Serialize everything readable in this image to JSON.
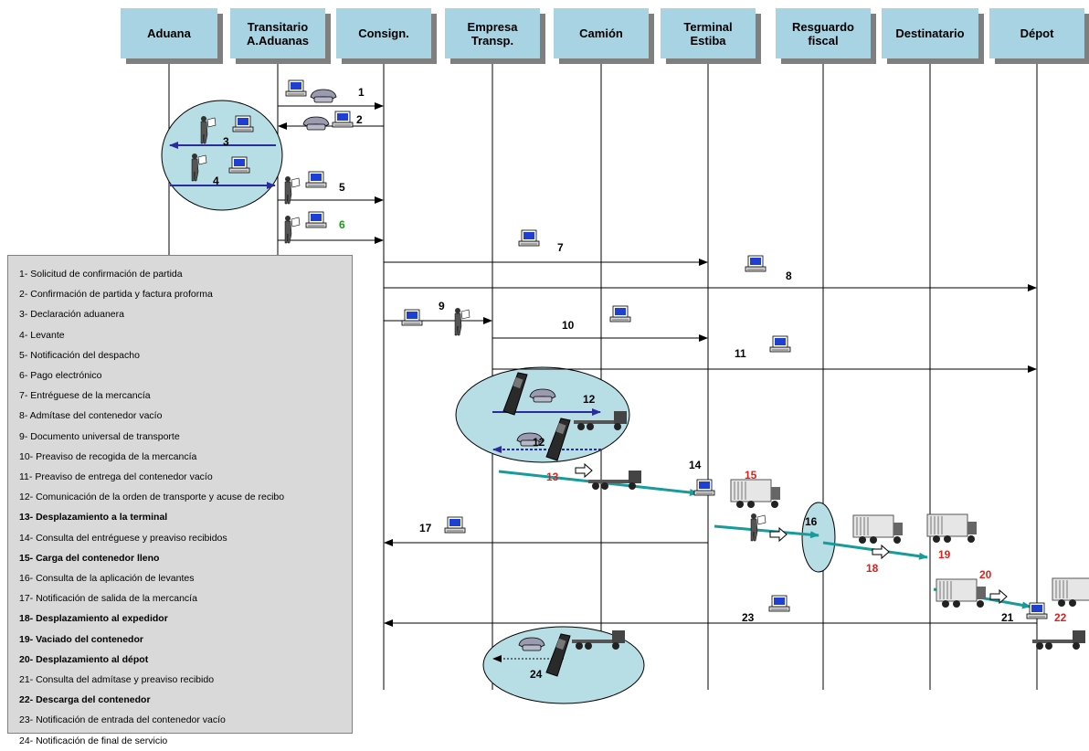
{
  "lanes": [
    {
      "id": "aduana",
      "label": "Aduana"
    },
    {
      "id": "transitario",
      "label": "Transitario\nA.Aduanas"
    },
    {
      "id": "consign",
      "label": "Consign."
    },
    {
      "id": "empresa",
      "label": "Empresa\nTransp."
    },
    {
      "id": "camion",
      "label": "Camión"
    },
    {
      "id": "terminal",
      "label": "Terminal\nEstiba"
    },
    {
      "id": "resguardo",
      "label": "Resguardo\nfiscal"
    },
    {
      "id": "destinatario",
      "label": "Destinatario"
    },
    {
      "id": "depot",
      "label": "Dépot"
    }
  ],
  "step_labels": [
    "1",
    "2",
    "3",
    "4",
    "5",
    "6",
    "7",
    "8",
    "9",
    "10",
    "11",
    "12",
    "12",
    "13",
    "14",
    "15",
    "16",
    "17",
    "18",
    "19",
    "20",
    "21",
    "22",
    "23",
    "24"
  ],
  "legend": [
    {
      "text": "1- Solicitud de confirmación de partida",
      "bold": false
    },
    {
      "text": "2- Confirmación de partida  y factura proforma",
      "bold": false
    },
    {
      "text": "3- Declaración aduanera",
      "bold": false
    },
    {
      "text": "4- Levante",
      "bold": false
    },
    {
      "text": "5- Notificación del despacho",
      "bold": false
    },
    {
      "text": "6- Pago electrónico",
      "bold": false
    },
    {
      "text": "7- Entréguese de la mercancía",
      "bold": false
    },
    {
      "text": "8- Admítase del contenedor vacío",
      "bold": false
    },
    {
      "text": "9- Documento universal de transporte",
      "bold": false
    },
    {
      "text": "10- Preaviso de recogida de la mercancía",
      "bold": false
    },
    {
      "text": "11- Preaviso de entrega del contenedor vacío",
      "bold": false
    },
    {
      "text": "12- Comunicación de la orden de transporte  y  acuse de recibo",
      "bold": false
    },
    {
      "text": "13- Desplazamiento a la terminal",
      "bold": true
    },
    {
      "text": "14- Consulta del entréguese y preaviso recibidos",
      "bold": false
    },
    {
      "text": "15- Carga del contenedor lleno",
      "bold": true
    },
    {
      "text": "16- Consulta de la aplicación de levantes",
      "bold": false
    },
    {
      "text": "17- Notificación de salida de la mercancía",
      "bold": false
    },
    {
      "text": "18- Desplazamiento al expedidor",
      "bold": true
    },
    {
      "text": "19- Vaciado del contenedor",
      "bold": true
    },
    {
      "text": "20- Desplazamiento al dépot",
      "bold": true
    },
    {
      "text": "21- Consulta del admítase y preaviso recibido",
      "bold": false
    },
    {
      "text": "22- Descarga del contenedor",
      "bold": true
    },
    {
      "text": "23- Notificación de entrada del contenedor vacío",
      "bold": false
    },
    {
      "text": "24- Notificación de final de servicio",
      "bold": false
    }
  ],
  "colors": {
    "header_fill": "#a7d3e3",
    "ellipse_fill": "#b7dde5",
    "physical_arrow": "#179b9b",
    "customs_arrow": "#2b2b9e",
    "red_label": "#e0201b",
    "green_label": "#1a9a1a"
  }
}
